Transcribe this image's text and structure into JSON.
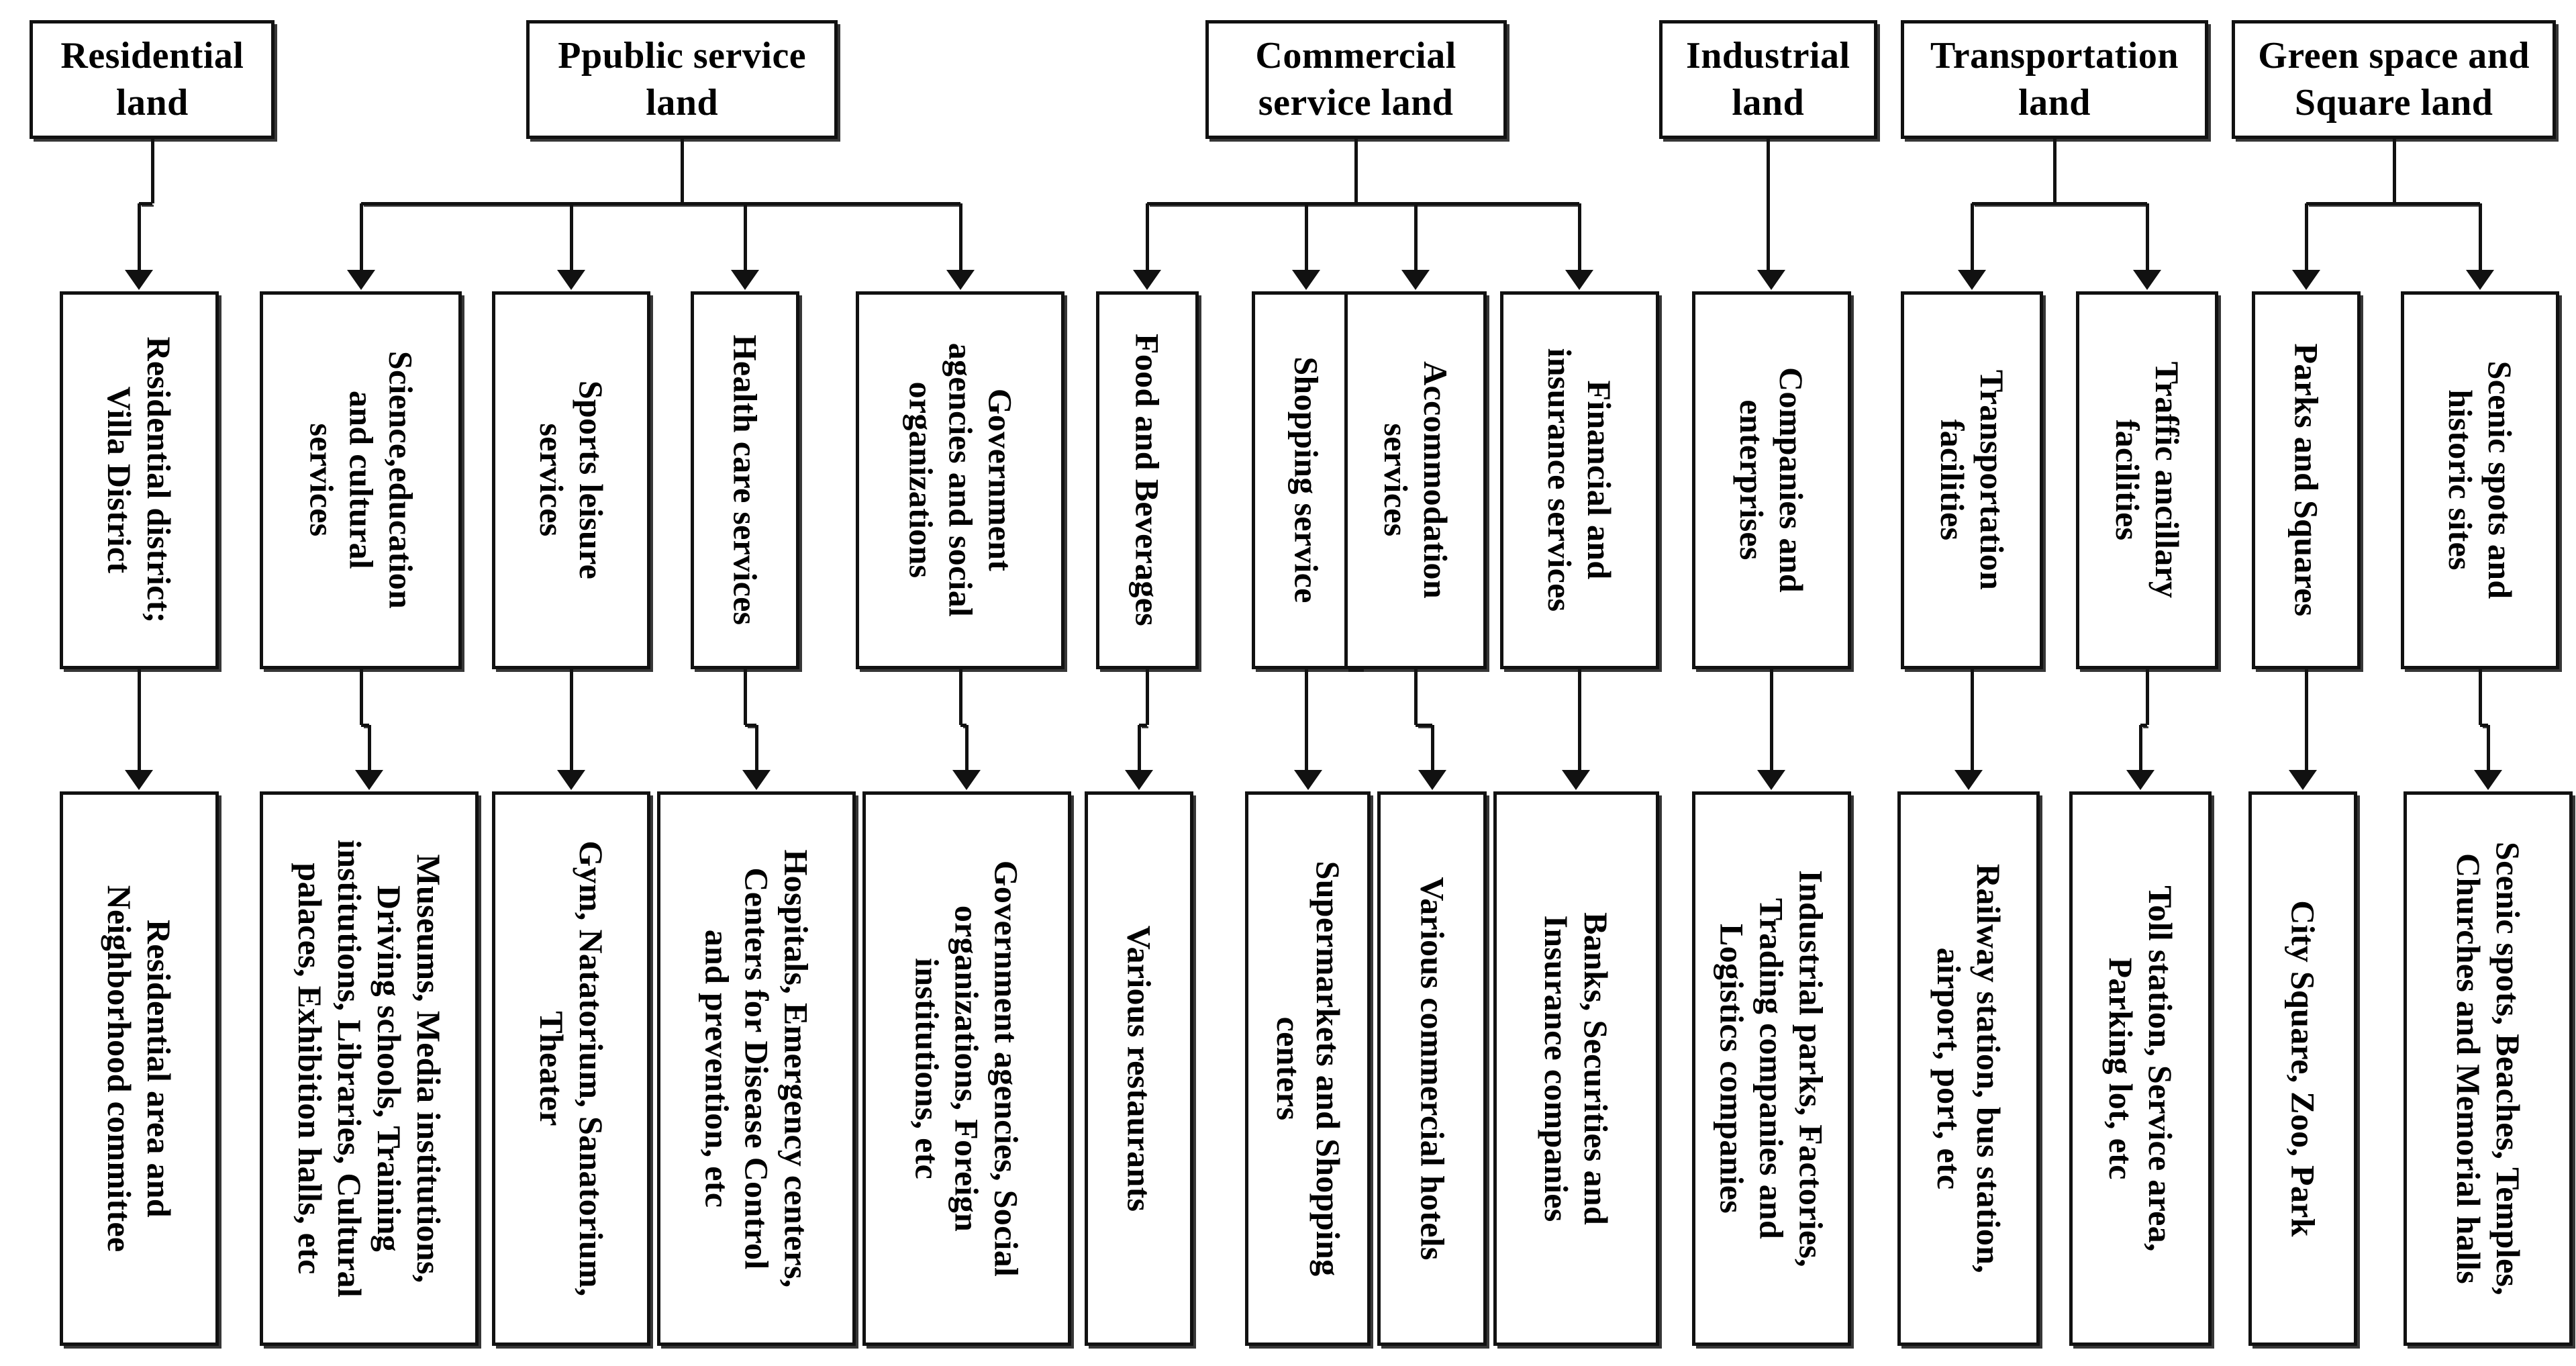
{
  "diagram": {
    "title": "Urban land use classification hierarchy",
    "categories": [
      {
        "id": "residential",
        "label": "Residential land",
        "label_lines": [
          "Residential",
          "land"
        ],
        "subcategories": [
          {
            "label": "Residential district; Villa District",
            "label_lines": [
              "Residential district;",
              "Villa District"
            ],
            "examples": "Residential area and Neighborhood committee",
            "example_lines": [
              "Residential area and",
              "Neighborhood committee"
            ]
          }
        ]
      },
      {
        "id": "public-service",
        "label": "Ppublic service land",
        "label_lines": [
          "Ppublic service",
          "land"
        ],
        "subcategories": [
          {
            "label": "Science,education and cultural services",
            "label_lines": [
              "Science,education",
              "and cultural",
              "services"
            ],
            "examples": "Museums, Media institutions, Driving schools, Training institutions, Libraries, Cultural palaces, Exhibition halls, etc",
            "example_lines": [
              "Museums, Media institutions,",
              "Driving schools, Training",
              "institutions, Libraries, Cultural",
              "palaces, Exhibition halls, etc"
            ]
          },
          {
            "label": "Sports leisure services",
            "label_lines": [
              "Sports leisure",
              "services"
            ],
            "examples": "Gym, Natatorium, Sanatorium, Theater",
            "example_lines": [
              "Gym, Natatorium, Sanatorium,",
              "Theater"
            ]
          },
          {
            "label": "Health care services",
            "label_lines": [
              "Health care services"
            ],
            "examples": "Hospitals, Emergency centers, Centers for Disease Control and prevention, etc",
            "example_lines": [
              "Hospitals, Emergency centers,",
              "Centers for Disease Control",
              "and prevention, etc"
            ]
          },
          {
            "label": "Government agencies and social organizations",
            "label_lines": [
              "Government",
              "agencies and social",
              "organizations"
            ],
            "examples": "Government agencies, Social organizations, Foreign institutions, etc",
            "example_lines": [
              "Government agencies, Social",
              "organizations, Foreign",
              "institutions, etc"
            ]
          }
        ]
      },
      {
        "id": "commercial-service",
        "label": "Commercial service land",
        "label_lines": [
          "Commercial",
          "service land"
        ],
        "subcategories": [
          {
            "label": "Food and Beverages",
            "label_lines": [
              "Food and Beverages"
            ],
            "examples": "Various restaurants",
            "example_lines": [
              "Various restaurants"
            ]
          },
          {
            "label": "Shopping service",
            "label_lines": [
              "Shopping service"
            ],
            "examples": "Supermarkets and Shopping centers",
            "example_lines": [
              "Supermarkets and Shopping",
              "centers"
            ]
          },
          {
            "label": "Accommodation services",
            "label_lines": [
              "Accommodation",
              "services"
            ],
            "examples": "Various commercial hotels",
            "example_lines": [
              "Various commercial hotels"
            ]
          },
          {
            "label": "Financial and insurance services",
            "label_lines": [
              "Financial and",
              "insurance services"
            ],
            "examples": "Banks, Securities and Insurance companies",
            "example_lines": [
              "Banks, Securities and",
              "Insurance companies"
            ]
          }
        ]
      },
      {
        "id": "industrial",
        "label": "Industrial land",
        "label_lines": [
          "Industrial",
          "land"
        ],
        "subcategories": [
          {
            "label": "Companies and enterprises",
            "label_lines": [
              "Companies and",
              "enterprises"
            ],
            "examples": "Industrial parks, Factories, Trading companies and Logistics companies",
            "example_lines": [
              "Industrial parks, Factories,",
              "Trading companies and",
              "Logistics companies"
            ]
          }
        ]
      },
      {
        "id": "transportation",
        "label": "Transportation land",
        "label_lines": [
          "Transportation",
          "land"
        ],
        "subcategories": [
          {
            "label": "Transportation facilities",
            "label_lines": [
              "Transportation",
              "facilities"
            ],
            "examples": "Railway station, bus station, airport, port, etc",
            "example_lines": [
              "Railway station, bus station,",
              "airport, port, etc"
            ]
          },
          {
            "label": "Traffic ancillary facilities",
            "label_lines": [
              "Traffic ancillary",
              "facilities"
            ],
            "examples": "Toll station, Service area, Parking lot, etc",
            "example_lines": [
              "Toll station, Service area,",
              "Parking lot, etc"
            ]
          }
        ]
      },
      {
        "id": "green-space-square",
        "label": "Green space and Square land",
        "label_lines": [
          "Green space and",
          "Square land"
        ],
        "subcategories": [
          {
            "label": "Parks and Squares",
            "label_lines": [
              "Parks and Squares"
            ],
            "examples": "City Square, Zoo, Park",
            "example_lines": [
              "City Square, Zoo, Park"
            ]
          },
          {
            "label": "Scenic spots and historic sites",
            "label_lines": [
              "Scenic spots and",
              "historic sites"
            ],
            "examples": "Scenic spots, Beaches, Temples, Churches and Memorial halls",
            "example_lines": [
              "Scenic spots, Beaches, Temples,",
              "Churches and Memorial halls"
            ]
          }
        ]
      }
    ]
  },
  "style": {
    "line_color": "#111111",
    "box_fill": "#ffffff",
    "text_color": "#000000"
  }
}
